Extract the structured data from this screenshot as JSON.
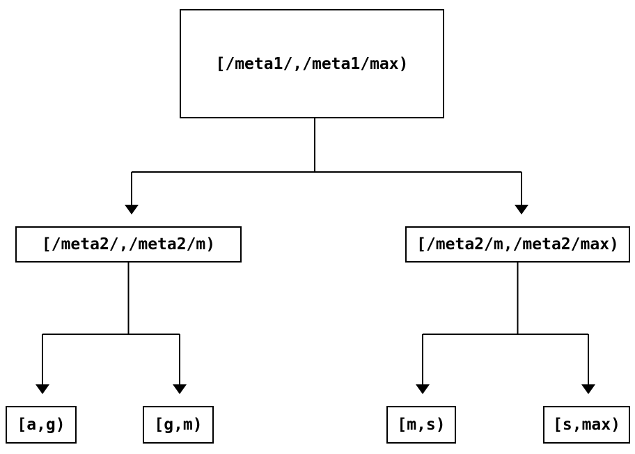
{
  "colors": {
    "background": "#ffffff",
    "line": "#000000",
    "border": "#000000",
    "text": "#000000"
  },
  "tree": {
    "root": {
      "label": "[/meta1/,/meta1/max)"
    },
    "level1": [
      {
        "id": "left",
        "label": "[/meta2/,/meta2/m)",
        "parent": "root"
      },
      {
        "id": "right",
        "label": "[/meta2/m,/meta2/max)",
        "parent": "root"
      }
    ],
    "leaves": [
      {
        "id": "leaf-ag",
        "label": "[a,g)",
        "parent": "left"
      },
      {
        "id": "leaf-gm",
        "label": "[g,m)",
        "parent": "left"
      },
      {
        "id": "leaf-ms",
        "label": "[m,s)",
        "parent": "right"
      },
      {
        "id": "leaf-smax",
        "label": "[s,max)",
        "parent": "right"
      }
    ]
  }
}
